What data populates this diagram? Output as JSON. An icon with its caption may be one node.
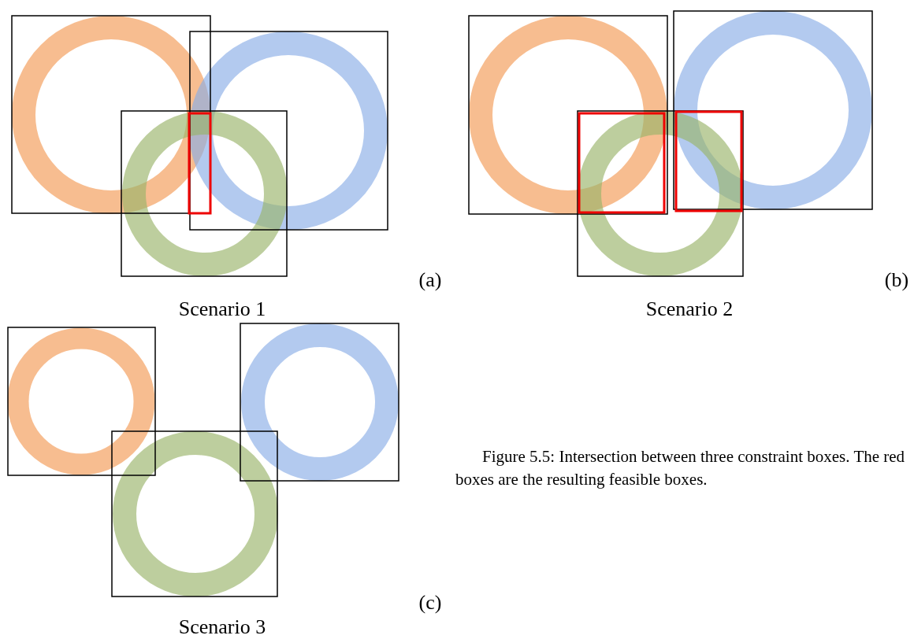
{
  "diagram": {
    "caption": "Figure 5.5: Intersection between three constraint boxes. The red boxes are the resulting feasible boxes.",
    "labels": [
      "(a)",
      "Scenario 1",
      "(b)",
      "Scenario 2",
      "(c)",
      "Scenario 3"
    ]
  }
}
